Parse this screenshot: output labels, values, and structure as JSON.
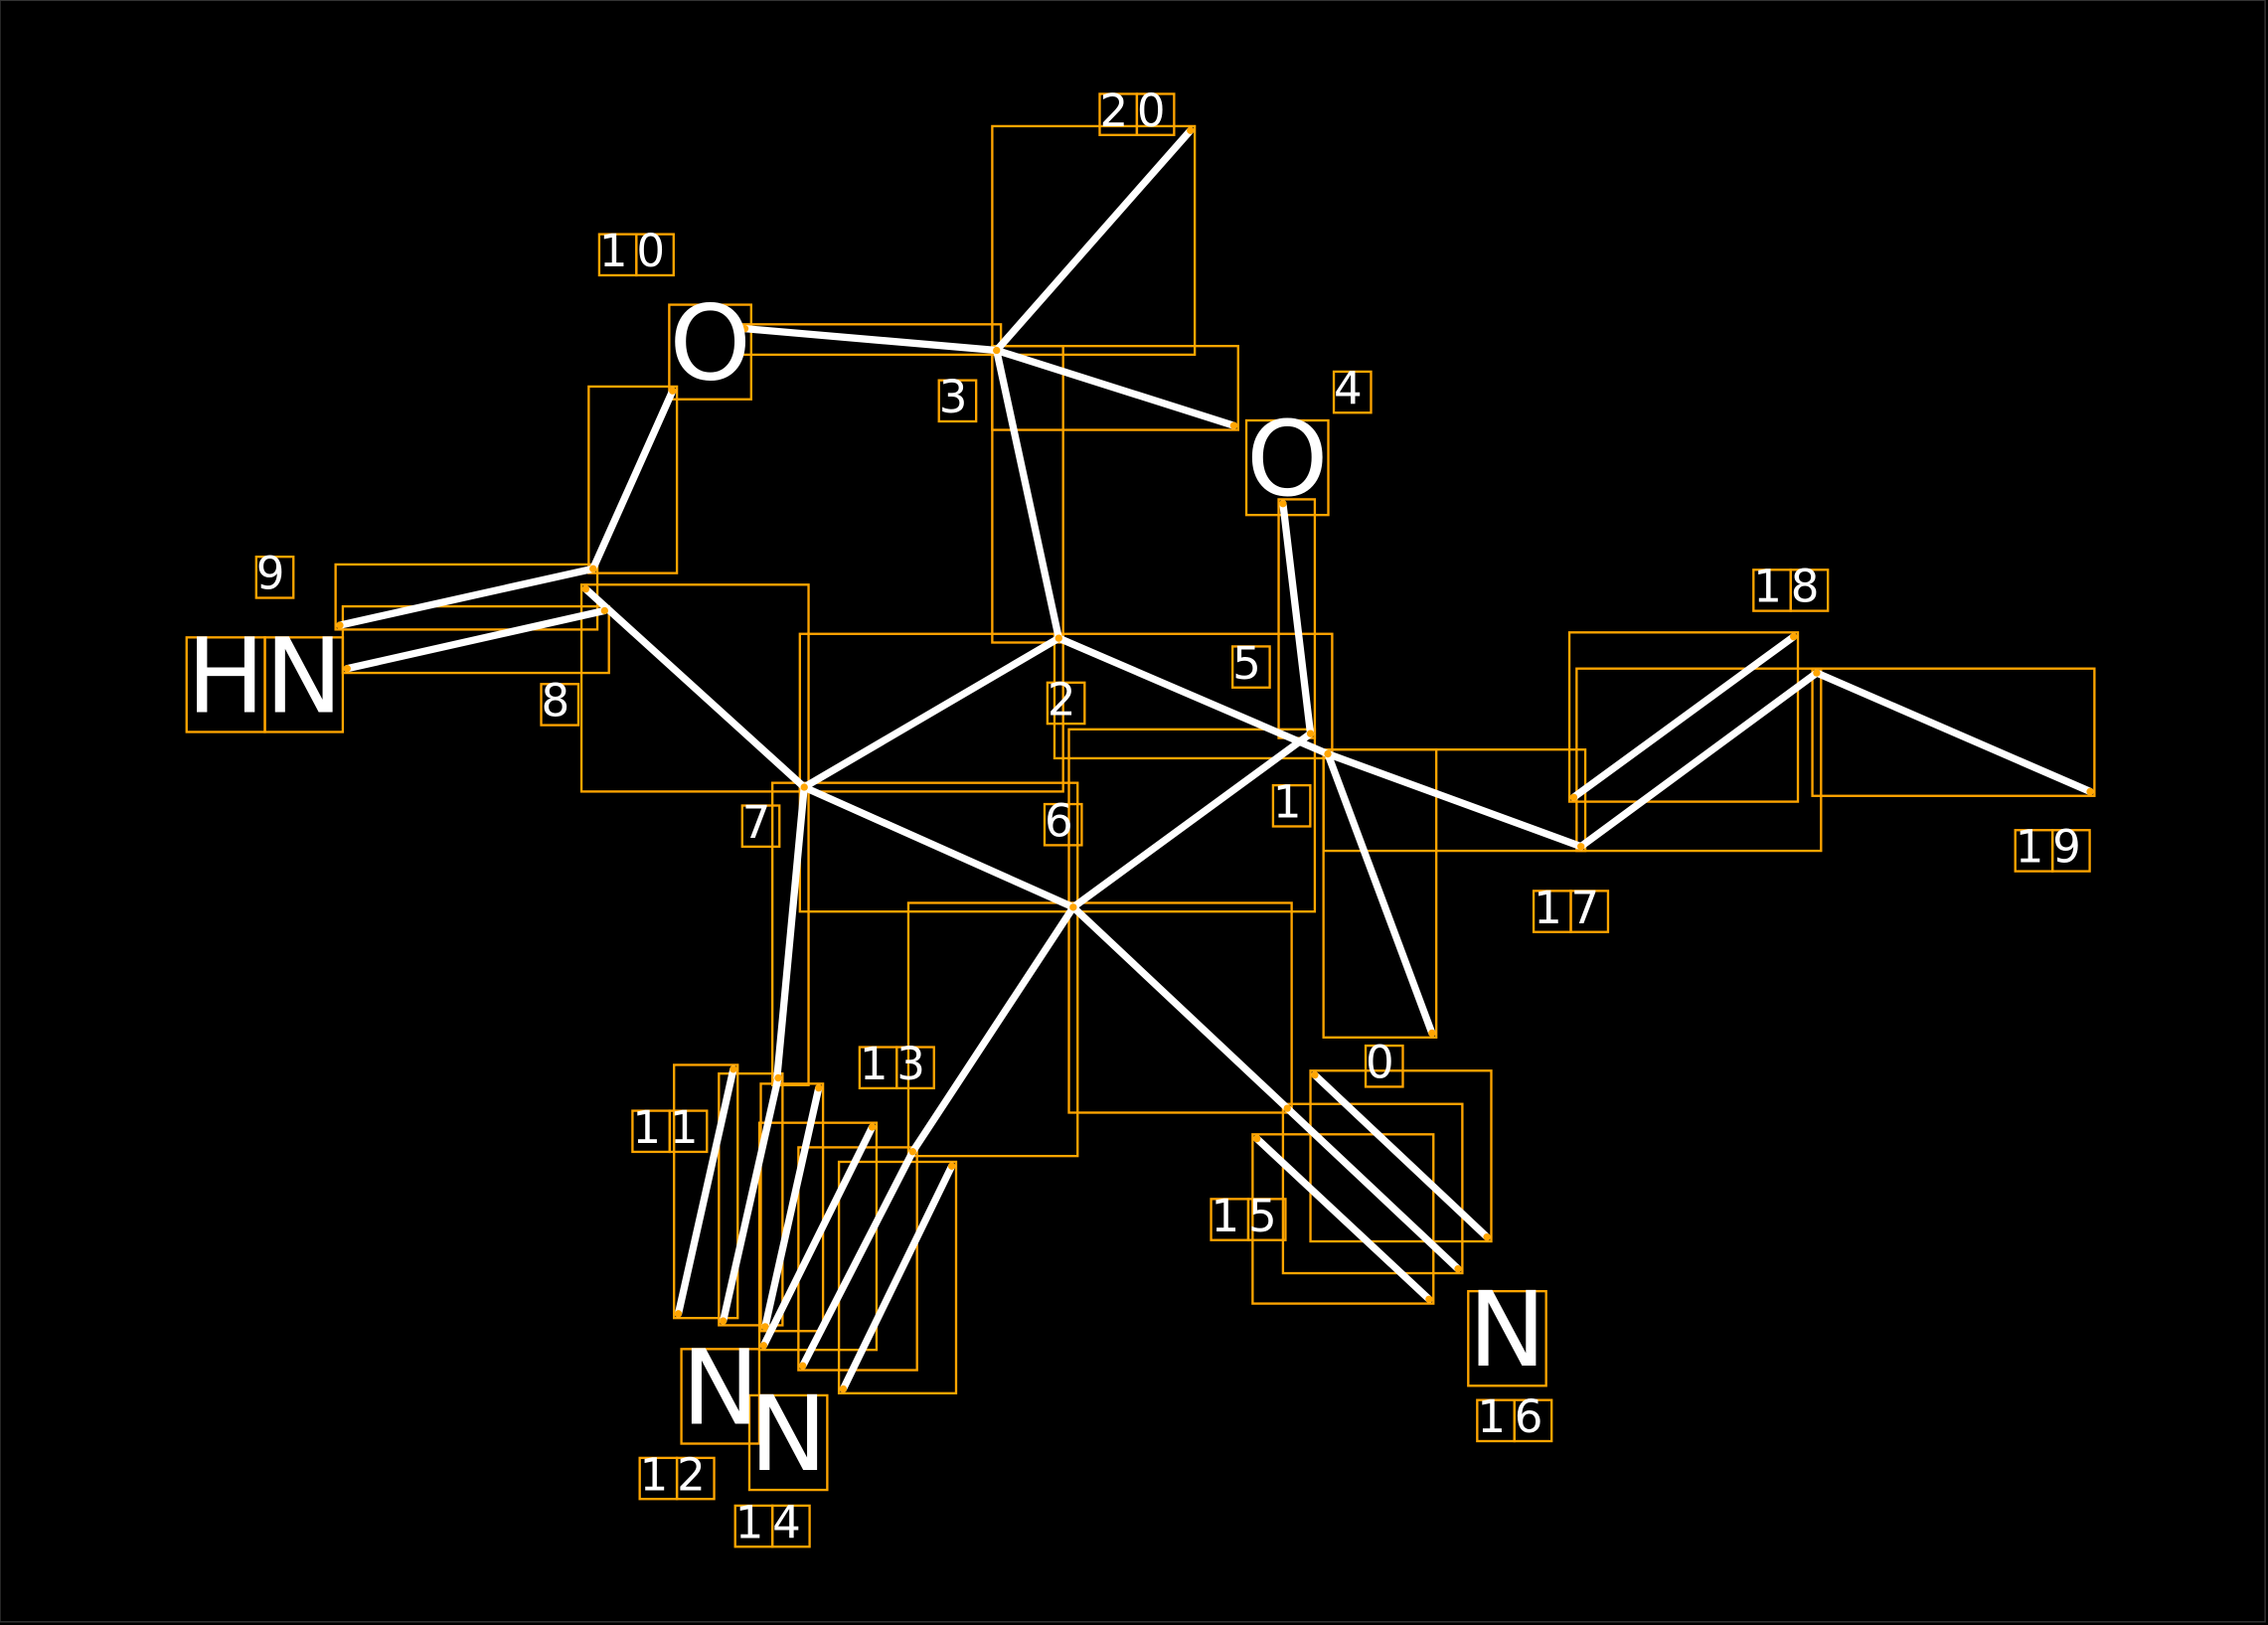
{
  "colors": {
    "background": "#000000",
    "bond": "#FFFFFF",
    "box": "#FFA500"
  },
  "atoms": {
    "o10": "O",
    "o4": "O",
    "hn": "HN",
    "n12": "N",
    "n14": "N",
    "n16": "N"
  },
  "indices": [
    "0",
    "1",
    "2",
    "3",
    "4",
    "5",
    "6",
    "7",
    "8",
    "9",
    "10",
    "11",
    "12",
    "13",
    "14",
    "15",
    "16",
    "17",
    "18",
    "19",
    "20"
  ]
}
